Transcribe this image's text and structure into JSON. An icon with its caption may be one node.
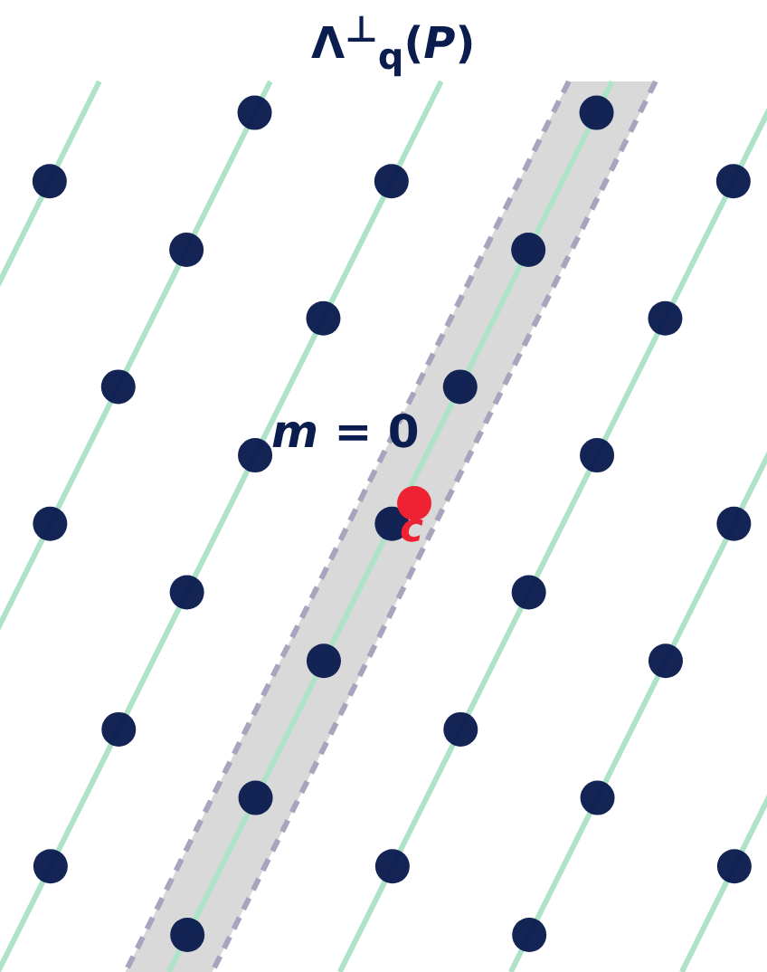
{
  "diagram": {
    "title": "Λ$^{⊥}$$_{q}$(*P*)",
    "labels": [
      "*m* = 0",
      "c"
    ]
  }
}
